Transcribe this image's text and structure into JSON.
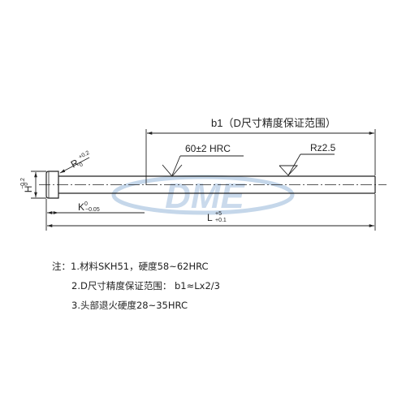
{
  "drawing": {
    "b1_label": "b1（D尺寸精度保证范围）",
    "angle_label": "60±2  HRC",
    "roughness_label": "Rz2.5",
    "r_label": "R",
    "r_sub": "0",
    "r_sup": "+0.2",
    "h_label": "H",
    "h_sup": "0",
    "h_sub": "−0.2",
    "k_label": "K",
    "k_sup": "0",
    "k_sub": "−0.05",
    "l_label": "L",
    "l_sup": "+5",
    "l_sub": "+0.1",
    "watermark": "DME"
  },
  "notes": {
    "prefix": "注：",
    "item1": "1.材料SKH51，硬度58~62HRC",
    "item2": "2.D尺寸精度保证范围：  b1≈Lx2/3",
    "item3": "3.头部退火硬度28~35HRC"
  },
  "colors": {
    "line": "#222222",
    "watermark": "#c5d7ea"
  }
}
